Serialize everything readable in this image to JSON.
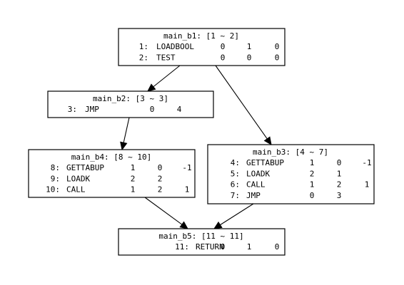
{
  "blocks": [
    {
      "id": "main_b1",
      "title": "main_b1: [1 ~ 2]",
      "rows": [
        {
          "idx": "1:",
          "op": "LOADBOOL",
          "a": "0",
          "b": "1",
          "c": "0"
        },
        {
          "idx": "2:",
          "op": "TEST",
          "a": "0",
          "b": "0",
          "c": "0"
        }
      ]
    },
    {
      "id": "main_b2",
      "title": "main_b2: [3 ~ 3]",
      "rows": [
        {
          "idx": "3:",
          "op": "JMP",
          "a": "0",
          "b": "4",
          "c": ""
        }
      ]
    },
    {
      "id": "main_b4",
      "title": "main_b4: [8 ~ 10]",
      "rows": [
        {
          "idx": "8:",
          "op": "GETTABUP",
          "a": "1",
          "b": "0",
          "c": "-1"
        },
        {
          "idx": "9:",
          "op": "LOADK",
          "a": "2",
          "b": "2",
          "c": ""
        },
        {
          "idx": "10:",
          "op": "CALL",
          "a": "1",
          "b": "2",
          "c": "1"
        }
      ]
    },
    {
      "id": "main_b3",
      "title": "main_b3: [4 ~ 7]",
      "rows": [
        {
          "idx": "4:",
          "op": "GETTABUP",
          "a": "1",
          "b": "0",
          "c": "-1"
        },
        {
          "idx": "5:",
          "op": "LOADK",
          "a": "2",
          "b": "1",
          "c": ""
        },
        {
          "idx": "6:",
          "op": "CALL",
          "a": "1",
          "b": "2",
          "c": "1"
        },
        {
          "idx": "7:",
          "op": "JMP",
          "a": "0",
          "b": "3",
          "c": ""
        }
      ]
    },
    {
      "id": "main_b5",
      "title": "main_b5: [11 ~ 11]",
      "rows": [
        {
          "idx": "11:",
          "op": "RETURN",
          "a": "0",
          "b": "1",
          "c": "0"
        }
      ]
    }
  ],
  "edges": [
    {
      "from": "main_b1",
      "to": "main_b2"
    },
    {
      "from": "main_b1",
      "to": "main_b3"
    },
    {
      "from": "main_b2",
      "to": "main_b4"
    },
    {
      "from": "main_b4",
      "to": "main_b5"
    },
    {
      "from": "main_b3",
      "to": "main_b5"
    }
  ]
}
